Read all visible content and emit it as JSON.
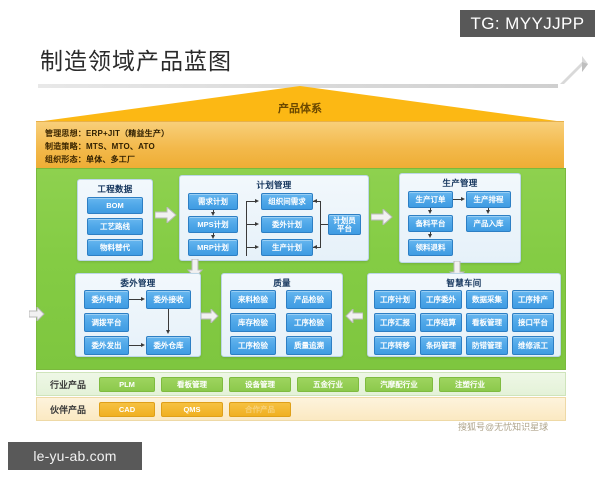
{
  "badges": {
    "tg": "TG: MYYJJPP",
    "url": "le-yu-ab.com"
  },
  "header": {
    "title": "制造领域产品蓝图"
  },
  "pyramid": {
    "roof_label": "产品体系",
    "strategy": [
      {
        "key": "管理思想：",
        "value": "ERP+JIT（精益生产）"
      },
      {
        "key": "制造策略：",
        "value": "MTS、MTO、ATO"
      },
      {
        "key": "组织形态：",
        "value": "单体、多工厂"
      }
    ]
  },
  "groups": {
    "engineering": {
      "title": "工程数据",
      "items": [
        "BOM",
        "工艺路线",
        "物料替代"
      ]
    },
    "planning": {
      "title": "计划管理",
      "left": [
        "需求计划",
        "MPS计划",
        "MRP计划"
      ],
      "middle": [
        "组织间需求",
        "委外计划",
        "生产计划"
      ],
      "right": [
        "计划员平台"
      ]
    },
    "production": {
      "title": "生产管理",
      "left": [
        "生产订单",
        "备料平台",
        "领料退料"
      ],
      "right": [
        "生产排程",
        "产品入库"
      ]
    },
    "outsourcing": {
      "title": "委外管理",
      "left": [
        "委外申请",
        "调拨平台",
        "委外发出"
      ],
      "right": [
        "委外接收",
        "委外仓库"
      ]
    },
    "quality": {
      "title": "质量",
      "left": [
        "来料检验",
        "库存检验",
        "工序检验"
      ],
      "right": [
        "产品检验",
        "工序检验",
        "质量追溯"
      ]
    },
    "workshop": {
      "title": "智慧车间",
      "items": [
        "工序计划",
        "工序委外",
        "数据采集",
        "工序排产",
        "工序汇报",
        "工序结算",
        "看板管理",
        "接口平台",
        "工序转移",
        "条码管理",
        "防错管理",
        "维修派工"
      ]
    }
  },
  "bottom": {
    "industry": {
      "label": "行业产品",
      "items": [
        "PLM",
        "看板管理",
        "设备管理",
        "五金行业",
        "汽摩配行业",
        "注塑行业"
      ]
    },
    "partner": {
      "label": "伙伴产品",
      "items": [
        "CAD",
        "QMS",
        "合作产品"
      ]
    }
  },
  "watermark": "搜狐号@无忧知识星球",
  "colors": {
    "roof": "#f5a800",
    "strategy_band": "#f3b94b",
    "body_green": "#84cc44",
    "chip_blue": "#4fa7e8",
    "pill_green": "#8cc94c",
    "pill_orange": "#f0b021"
  }
}
